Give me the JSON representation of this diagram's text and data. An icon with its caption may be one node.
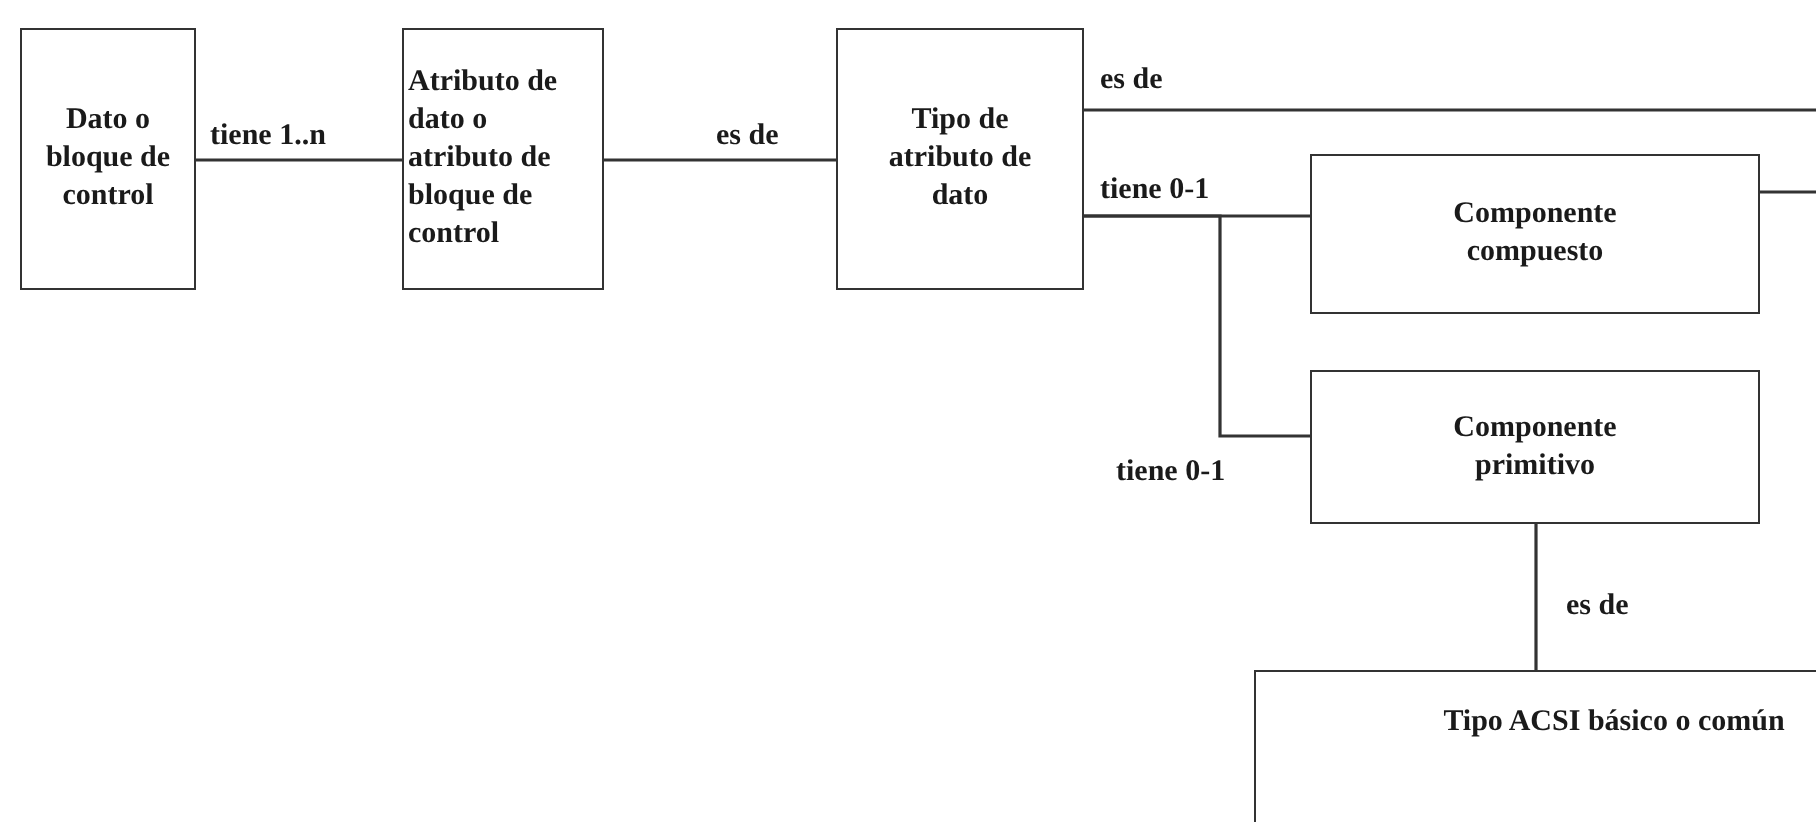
{
  "diagram": {
    "nodes": [
      {
        "text": [
          "Dato o bloque de control"
        ]
      },
      {
        "text": [
          "Atributo de dato o atributo de bloque de control"
        ]
      },
      {
        "text": [
          "Tipo de atributo de dato"
        ]
      },
      {
        "text": [
          "Componente compuesto"
        ]
      },
      {
        "text": [
          "Componente primitivo"
        ]
      },
      {
        "text": [
          "Tipo ACSI básico o común"
        ]
      }
    ],
    "edges": [
      {
        "from": 0,
        "to": 1,
        "arrow": "none",
        "label": "tiene 1..n"
      },
      {
        "from": 1,
        "to": 2,
        "arrow": "none",
        "label": "es de"
      },
      {
        "from": 2,
        "to": null,
        "arrow": "none",
        "label": "es de"
      },
      {
        "from": 2,
        "to": 3,
        "arrow": "none",
        "label": "tiene 0-1"
      },
      {
        "from": 2,
        "to": 4,
        "arrow": "none",
        "label": "tiene 0-1"
      },
      {
        "from": 3,
        "to": null,
        "arrow": "none"
      },
      {
        "from": 4,
        "to": 5,
        "arrow": "none",
        "label": "es de"
      }
    ]
  }
}
